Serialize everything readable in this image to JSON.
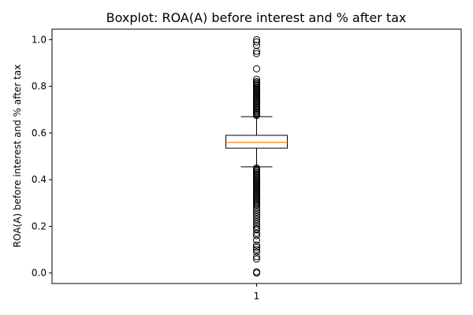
{
  "chart_data": {
    "type": "boxplot",
    "title": "Boxplot:  ROA(A) before interest and % after tax",
    "xlabel": "",
    "ylabel": "ROA(A) before interest and % after tax",
    "ylim": [
      -0.045,
      1.045
    ],
    "y_ticks": [
      0.0,
      0.2,
      0.4,
      0.6,
      0.8,
      1.0
    ],
    "y_tick_labels": [
      "0.0",
      "0.2",
      "0.4",
      "0.6",
      "0.8",
      "1.0"
    ],
    "x_tick_labels": [
      "1"
    ],
    "grid": false,
    "boxes": [
      {
        "position": 1,
        "whisker_low": 0.455,
        "q1": 0.535,
        "median": 0.56,
        "q3": 0.59,
        "whisker_high": 0.67,
        "outliers_high": [
          0.675,
          0.68,
          0.685,
          0.69,
          0.695,
          0.7,
          0.705,
          0.71,
          0.715,
          0.72,
          0.725,
          0.73,
          0.735,
          0.74,
          0.745,
          0.75,
          0.755,
          0.76,
          0.765,
          0.77,
          0.775,
          0.78,
          0.785,
          0.79,
          0.795,
          0.8,
          0.805,
          0.81,
          0.815,
          0.82,
          0.83,
          0.875,
          0.94,
          0.95,
          0.975,
          0.99,
          1.0
        ],
        "outliers_low": [
          0.45,
          0.445,
          0.44,
          0.435,
          0.43,
          0.425,
          0.42,
          0.415,
          0.41,
          0.405,
          0.4,
          0.395,
          0.39,
          0.385,
          0.38,
          0.375,
          0.37,
          0.365,
          0.36,
          0.355,
          0.35,
          0.345,
          0.34,
          0.335,
          0.33,
          0.325,
          0.32,
          0.315,
          0.31,
          0.305,
          0.3,
          0.295,
          0.29,
          0.28,
          0.27,
          0.26,
          0.25,
          0.24,
          0.23,
          0.22,
          0.21,
          0.2,
          0.19,
          0.185,
          0.17,
          0.16,
          0.14,
          0.12,
          0.11,
          0.1,
          0.09,
          0.07,
          0.06,
          0.005,
          0.0
        ]
      }
    ]
  },
  "colors": {
    "median": "#ff7f0e",
    "box": "#000000",
    "background": "#ffffff"
  }
}
